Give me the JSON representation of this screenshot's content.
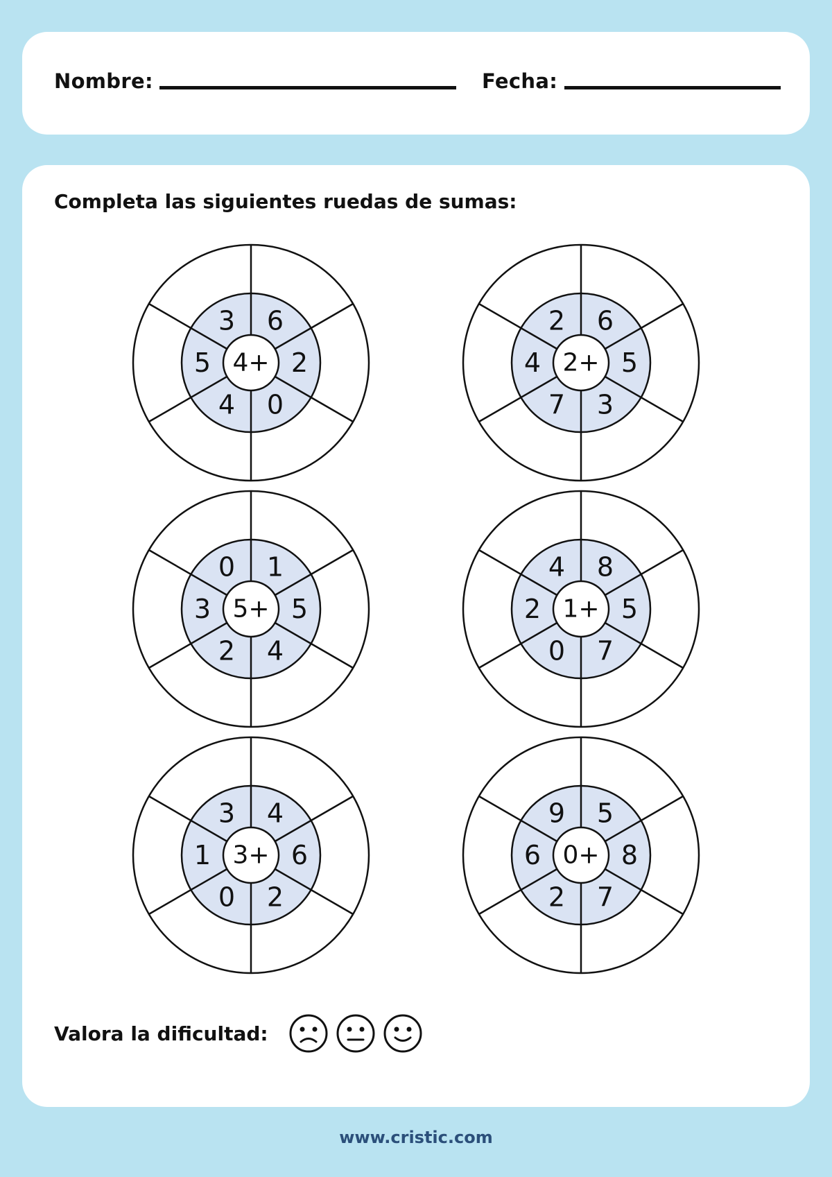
{
  "header": {
    "name_label": "Nombre:",
    "date_label": "Fecha:"
  },
  "main": {
    "title": "Completa las siguientes ruedas de sumas:",
    "wheels": [
      {
        "center": "4+",
        "numbers": [
          "3",
          "6",
          "2",
          "0",
          "4",
          "5"
        ]
      },
      {
        "center": "2+",
        "numbers": [
          "2",
          "6",
          "5",
          "3",
          "7",
          "4"
        ]
      },
      {
        "center": "5+",
        "numbers": [
          "0",
          "1",
          "5",
          "4",
          "2",
          "3"
        ]
      },
      {
        "center": "1+",
        "numbers": [
          "4",
          "8",
          "5",
          "7",
          "0",
          "2"
        ]
      },
      {
        "center": "3+",
        "numbers": [
          "3",
          "4",
          "6",
          "2",
          "0",
          "1"
        ]
      },
      {
        "center": "0+",
        "numbers": [
          "9",
          "5",
          "8",
          "7",
          "2",
          "6"
        ]
      }
    ],
    "rating": {
      "label": "Valora la dificultad:",
      "faces": [
        "sad-face-icon",
        "neutral-face-icon",
        "happy-face-icon"
      ]
    }
  },
  "footer": {
    "url": "www.cristic.com"
  },
  "colors": {
    "background": "#b9e3f1",
    "inner_ring": "#dae3f3",
    "footer_text": "#2b4f7a"
  }
}
